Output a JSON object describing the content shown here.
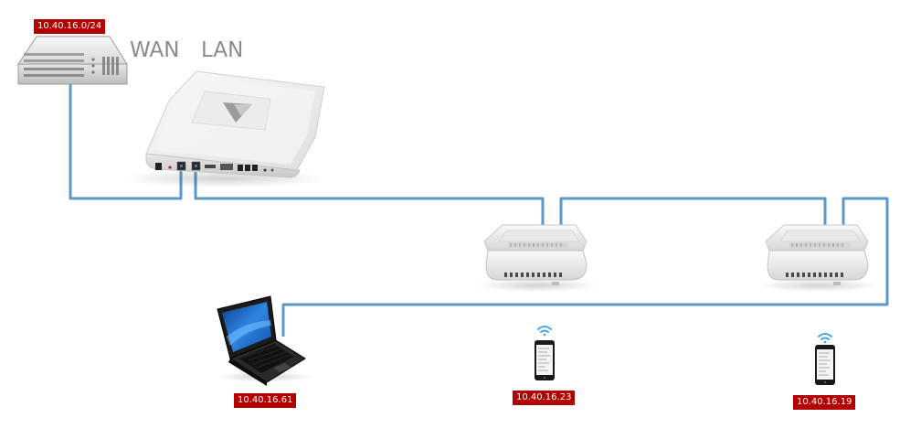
{
  "labels": {
    "wan": "WAN",
    "lan": "LAN"
  },
  "ips": {
    "subnet": "10.40.16.0/24",
    "laptop": "10.40.16.61",
    "phone_1": "10.40.16.23",
    "phone_2": "10.40.16.19"
  },
  "colors": {
    "cable": "#5b97c7",
    "ip_tag": "#b30000"
  },
  "icons": {
    "upstream": "server-rack-icon",
    "main_ap": "access-point-icon",
    "mesh_nodes": "mesh-node-icon",
    "clients": [
      "laptop-icon",
      "smartphone-icon",
      "wifi-icon"
    ]
  }
}
